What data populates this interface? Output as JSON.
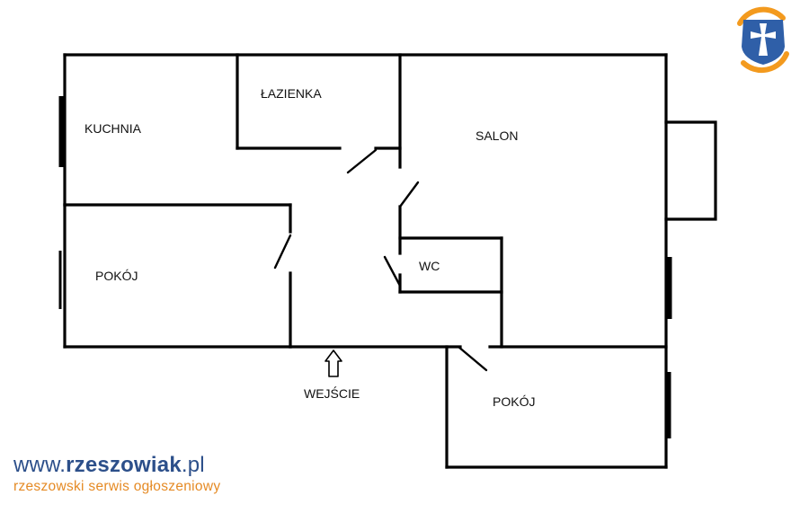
{
  "rooms": {
    "kitchen": "KUCHNIA",
    "bathroom": "ŁAZIENKA",
    "living_room": "SALON",
    "room_left": "POKÓJ",
    "wc": "WC",
    "room_bottom": "POKÓJ"
  },
  "entrance_label": "WEJŚCIE",
  "brand": {
    "www": "www.",
    "name": "rzeszowiak",
    "tld": ".pl",
    "tagline": "rzeszowski serwis ogłoszeniowy",
    "colors": {
      "primary": "#2c4f8a",
      "accent": "#e58a24"
    }
  },
  "logo": {
    "icon": "rzeszowiak-cross-logo-icon",
    "colors": [
      "#2f5fa8",
      "#f39a1e",
      "#ffffff"
    ]
  }
}
